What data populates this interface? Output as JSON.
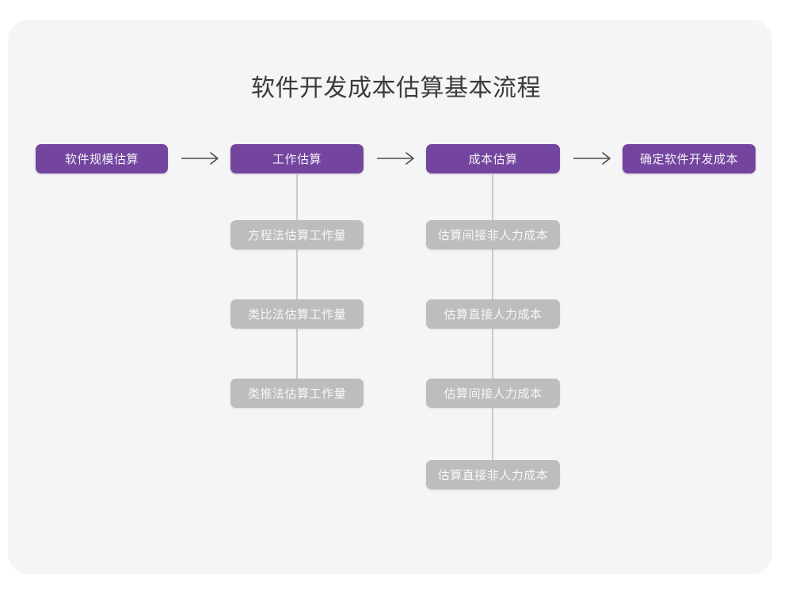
{
  "diagram": {
    "title": "软件开发成本估算基本流程",
    "colors": {
      "background": "#ffffff",
      "card": "#f5f5f5",
      "primary": "#73459f",
      "secondary": "#bdbdbd",
      "connector": "#cacaca",
      "title_text": "#3b3b3b",
      "node_text": "#f4f0f7"
    },
    "main_flow": [
      {
        "id": "step-1",
        "label": "软件规模估算"
      },
      {
        "id": "step-2",
        "label": "工作估算"
      },
      {
        "id": "step-3",
        "label": "成本估算"
      },
      {
        "id": "step-4",
        "label": "确定软件开发成本"
      }
    ],
    "arrows": [
      {
        "id": "arrow-1",
        "glyph": "arrow-right-icon"
      },
      {
        "id": "arrow-2",
        "glyph": "arrow-right-icon"
      },
      {
        "id": "arrow-3",
        "glyph": "arrow-right-icon"
      }
    ],
    "branches": [
      {
        "id": "branch-work-estimation",
        "parent": "工作估算",
        "items": [
          {
            "id": "work-1",
            "label": "方程法估算工作量"
          },
          {
            "id": "work-2",
            "label": "类比法估算工作量"
          },
          {
            "id": "work-3",
            "label": "类推法估算工作量"
          }
        ]
      },
      {
        "id": "branch-cost-estimation",
        "parent": "成本估算",
        "items": [
          {
            "id": "cost-1",
            "label": "估算间接非人力成本"
          },
          {
            "id": "cost-2",
            "label": "估算直接人力成本"
          },
          {
            "id": "cost-3",
            "label": "估算间接人力成本"
          },
          {
            "id": "cost-4",
            "label": "估算直接非人力成本"
          }
        ]
      }
    ]
  }
}
